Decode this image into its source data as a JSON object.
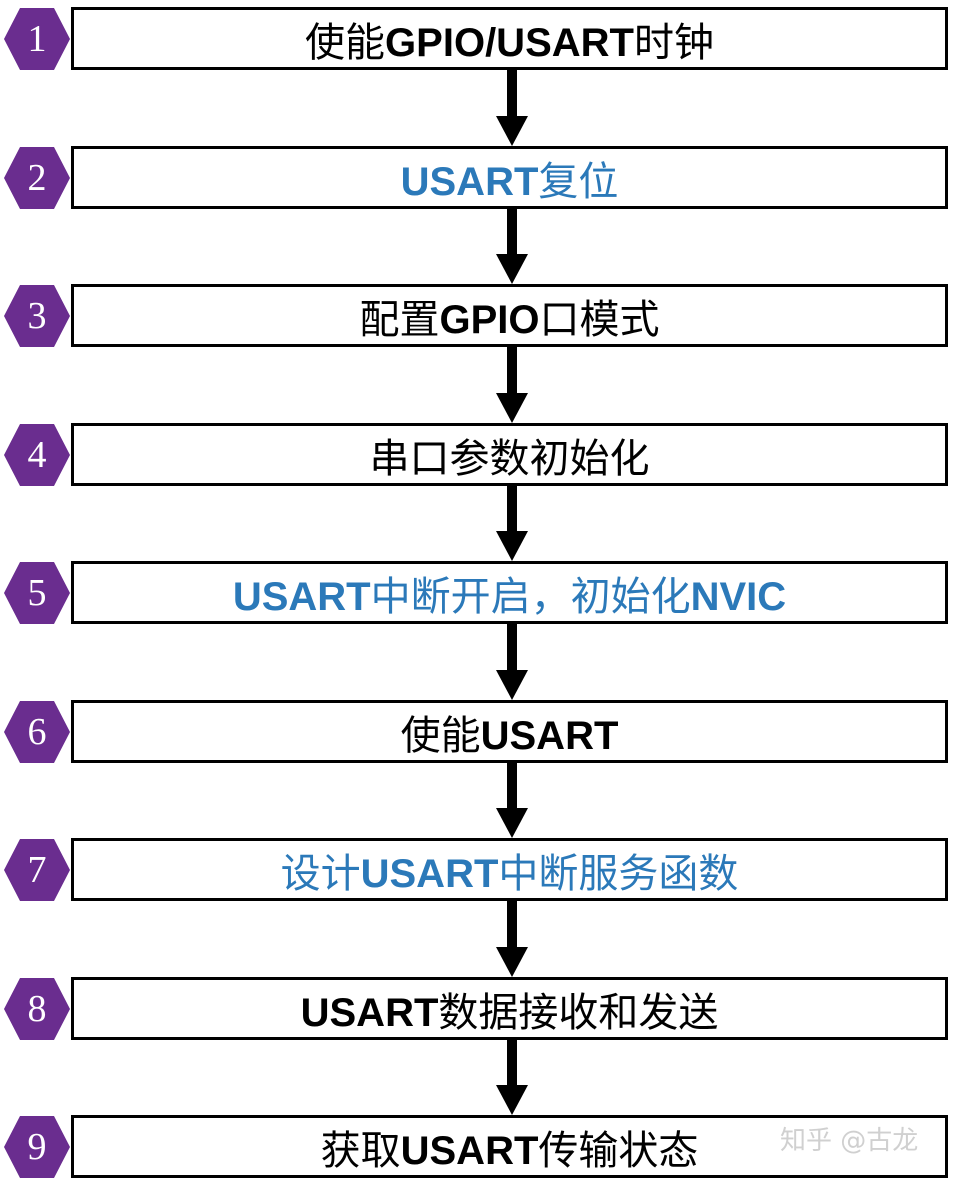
{
  "colors": {
    "hexagon": "#6a2d8f",
    "text_black": "#000000",
    "text_blue": "#2b79b9",
    "arrow": "#000000",
    "watermark": "#d0d0d0"
  },
  "steps": [
    {
      "number": "1",
      "parts": [
        {
          "t": "使能",
          "latin": false
        },
        {
          "t": "GPIO/USART",
          "latin": true
        },
        {
          "t": "时钟",
          "latin": false
        }
      ],
      "color": "#000000"
    },
    {
      "number": "2",
      "parts": [
        {
          "t": "USART",
          "latin": true
        },
        {
          "t": "复位",
          "latin": false
        }
      ],
      "color": "#2b79b9"
    },
    {
      "number": "3",
      "parts": [
        {
          "t": "配置",
          "latin": false
        },
        {
          "t": "GPIO",
          "latin": true
        },
        {
          "t": "口模式",
          "latin": false
        }
      ],
      "color": "#000000"
    },
    {
      "number": "4",
      "parts": [
        {
          "t": "串口参数初始化",
          "latin": false
        }
      ],
      "color": "#000000"
    },
    {
      "number": "5",
      "parts": [
        {
          "t": "USART",
          "latin": true
        },
        {
          "t": "中断开启，初始化",
          "latin": false
        },
        {
          "t": "NVIC",
          "latin": true
        }
      ],
      "color": "#2b79b9"
    },
    {
      "number": "6",
      "parts": [
        {
          "t": "使能",
          "latin": false
        },
        {
          "t": "USART",
          "latin": true
        }
      ],
      "color": "#000000"
    },
    {
      "number": "7",
      "parts": [
        {
          "t": "设计",
          "latin": false
        },
        {
          "t": "USART",
          "latin": true
        },
        {
          "t": "中断服务函数",
          "latin": false
        }
      ],
      "color": "#2b79b9"
    },
    {
      "number": "8",
      "parts": [
        {
          "t": "USART",
          "latin": true
        },
        {
          "t": "数据接收和发送",
          "latin": false
        }
      ],
      "color": "#000000"
    },
    {
      "number": "9",
      "parts": [
        {
          "t": "获取",
          "latin": false
        },
        {
          "t": "USART",
          "latin": true
        },
        {
          "t": "传输状态",
          "latin": false
        }
      ],
      "color": "#000000"
    }
  ],
  "watermark": "知乎 @古龙"
}
